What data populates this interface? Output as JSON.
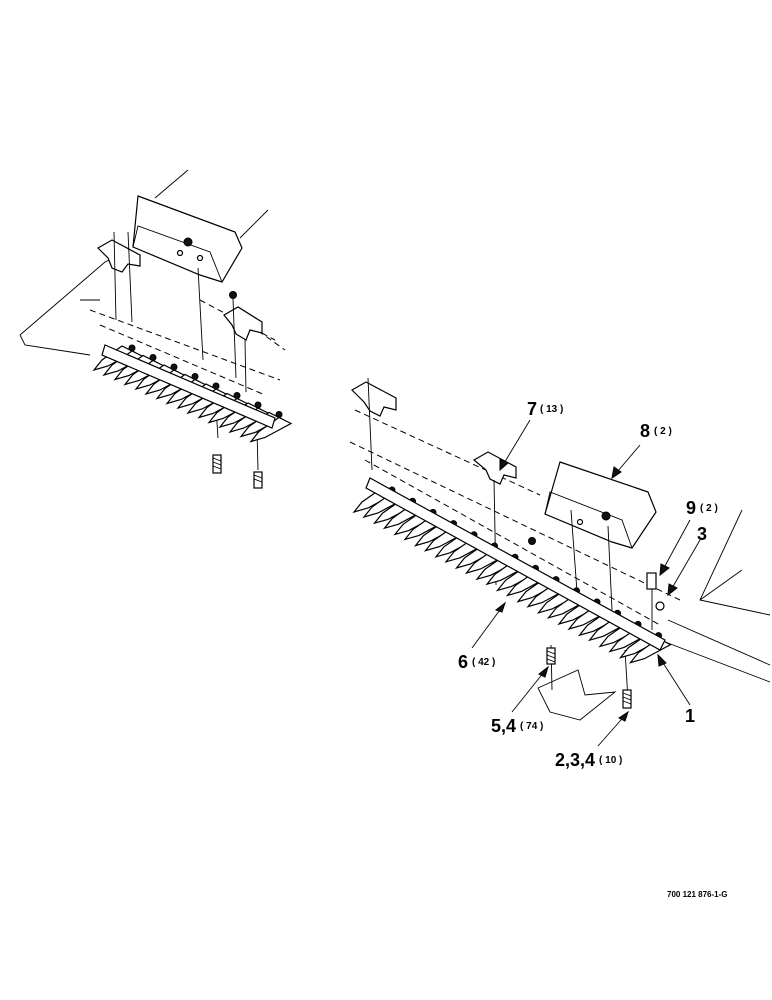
{
  "callouts": [
    {
      "id": "c7",
      "num": "7",
      "qty": "( 13 )"
    },
    {
      "id": "c8",
      "num": "8",
      "qty": "( 2 )"
    },
    {
      "id": "c9",
      "num": "9",
      "qty": "( 2 )"
    },
    {
      "id": "c3",
      "num": "3",
      "qty": ""
    },
    {
      "id": "c6",
      "num": "6",
      "qty": "( 42 )"
    },
    {
      "id": "c54",
      "num": "5,4",
      "qty": "( 74 )"
    },
    {
      "id": "c1",
      "num": "1",
      "qty": ""
    },
    {
      "id": "c234",
      "num": "2,3,4",
      "qty": "( 10 )"
    }
  ],
  "document_id": "700 121 876-1-G"
}
